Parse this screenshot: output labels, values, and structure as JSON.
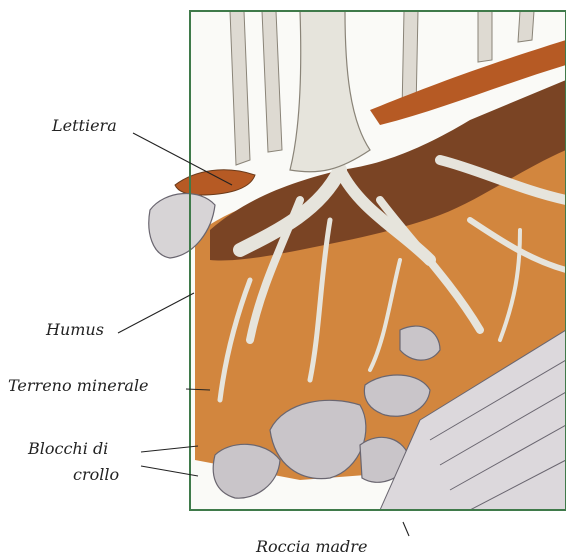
{
  "labels": {
    "lettiera": "Lettiera",
    "humus": "Humus",
    "terreno_minerale": "Terreno minerale",
    "blocchi_line1": "Blocchi di",
    "blocchi_line2": "crollo",
    "roccia_madre": "Roccia madre"
  },
  "colors": {
    "frame": "#3f7a4a",
    "root": "#e6e4dc",
    "humus": "#7a4424",
    "soil": "#d2863e",
    "rock": "#c9c5c9",
    "litter": "#b65a24"
  }
}
